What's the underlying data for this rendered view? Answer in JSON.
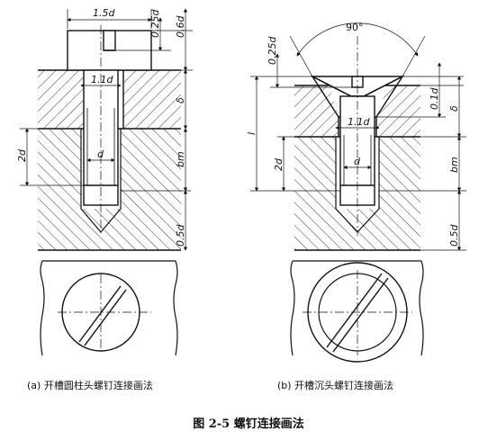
{
  "left": {
    "dims": {
      "head_width": "1.5d",
      "slot_depth": "0.25d",
      "head_height": "0.6d",
      "delta": "δ",
      "clearance": "1.1d",
      "thread_len": "2d",
      "d": "d",
      "bm": "bm",
      "end": "0.5d"
    },
    "caption": "(a) 开槽圆柱头螺钉连接画法"
  },
  "right": {
    "dims": {
      "angle": "90°",
      "slot_depth": "0.25d",
      "csk_gap": "0.1d",
      "delta": "δ",
      "length": "l",
      "clearance": "1.1d",
      "thread_len": "2d",
      "d": "d",
      "bm": "bm",
      "end": "0.5d"
    },
    "caption": "(b) 开槽沉头螺钉连接画法"
  },
  "figure_title": "图 2-5    螺钉连接画法",
  "colors": {
    "line": "#111111",
    "background": "#ffffff"
  }
}
